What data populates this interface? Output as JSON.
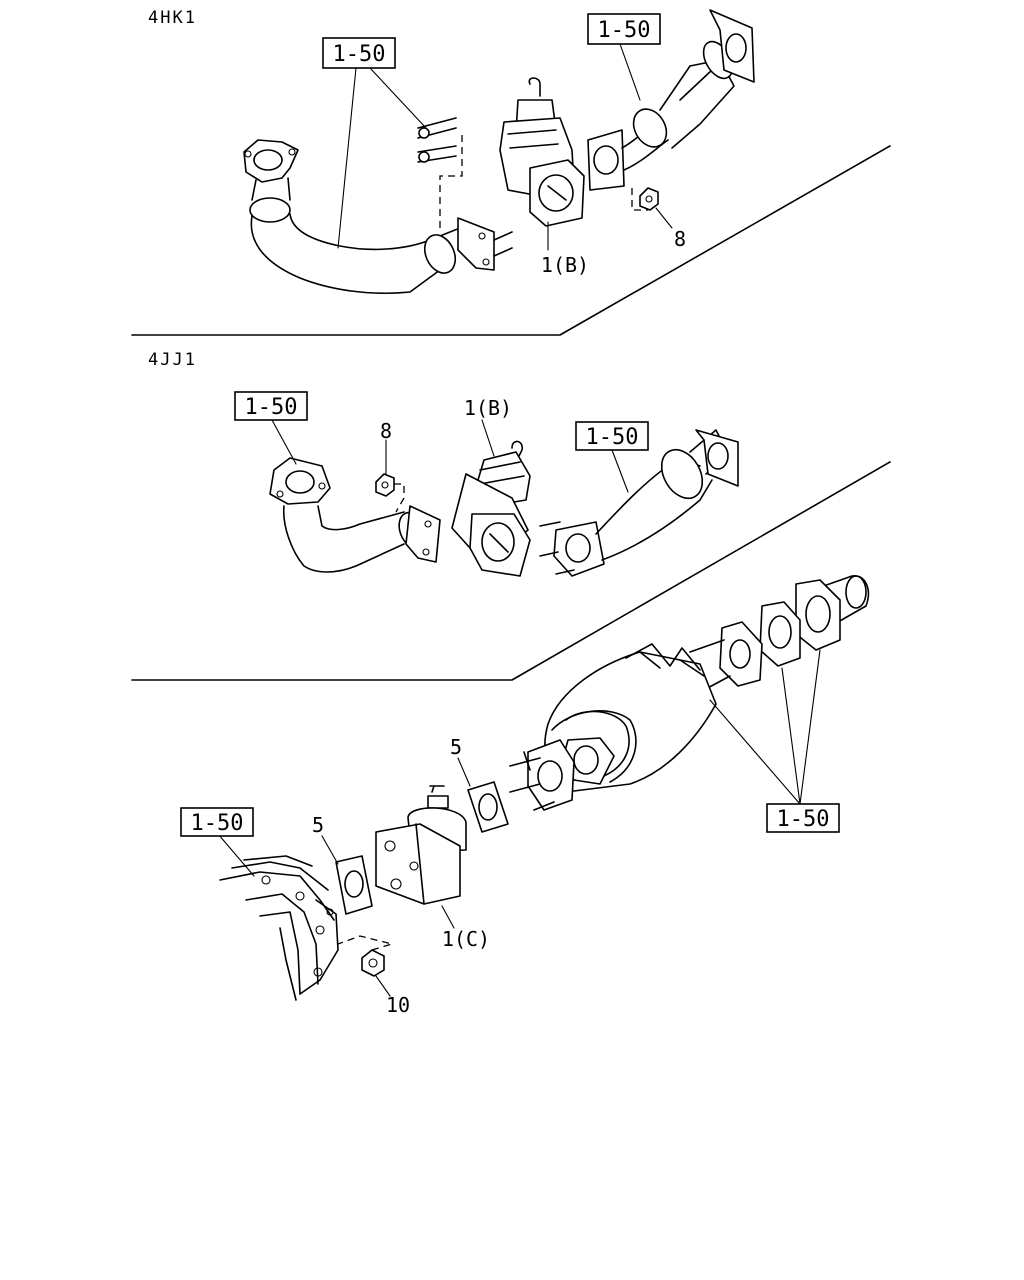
{
  "sections": {
    "top_label": "4HK1",
    "middle_label": "4JJ1"
  },
  "refs": {
    "r1": "1-50",
    "r2": "1-50",
    "r3": "1-50",
    "r4": "1-50",
    "r5": "1-50",
    "r6": "1-50"
  },
  "callouts": {
    "top_part_1b": "1(B)",
    "top_part_8": "8",
    "mid_part_1b": "1(B)",
    "mid_part_8": "8",
    "bottom_part_5a": "5",
    "bottom_part_5b": "5",
    "bottom_part_1c": "1(C)",
    "bottom_part_10": "10"
  }
}
